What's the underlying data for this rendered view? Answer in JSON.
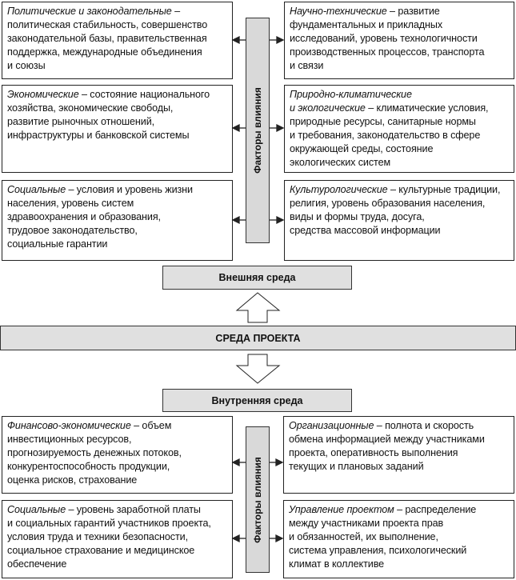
{
  "external": {
    "title": "Внешняя среда",
    "factors_label": "Факторы влияния",
    "boxes": [
      {
        "title": "Политические и законодательные",
        "text": " – \nполитическая стабильность, совершенство\nзаконодательной базы, правительственная\nподдержка, международные объединения\nи союзы"
      },
      {
        "title": "Научно-технические",
        "text": " – развитие\nфундаментальных и прикладных\nисследований, уровень технологичности\nпроизводственных процессов, транспорта\nи связи"
      },
      {
        "title": "Экономические",
        "text": " – состояние национального\nхозяйства, экономические свободы,\nразвитие рыночных отношений,\nинфраструктуры и банковской системы"
      },
      {
        "title": "Природно-климатические\nи экологические",
        "text": " – климатические условия,\nприродные ресурсы, санитарные нормы\nи требования, законодательство в сфере\nокружающей среды, состояние\nэкологических систем"
      },
      {
        "title": "Социальные",
        "text": " – условия и уровень жизни\nнаселения, уровень систем\nздравоохранения и образования,\nтрудовое законодательство,\nсоциальные гарантии"
      },
      {
        "title": "Культурологические",
        "text": " – культурные традиции,\nрелигия, уровень образования населения,\nвиды и формы труда, досуга,\nсредства массовой информации"
      }
    ]
  },
  "center": {
    "title": "СРЕДА ПРОЕКТА"
  },
  "internal": {
    "title": "Внутренняя среда",
    "factors_label": "Факторы влияния",
    "boxes": [
      {
        "title": "Финансово-экономические",
        "text": " – объем\nинвестиционных ресурсов,\nпрогнозируемость денежных потоков,\nконкурентоспособность продукции,\nоценка рисков, страхование"
      },
      {
        "title": "Организационные",
        "text": " – полнота и скорость\nобмена информацией между участниками\nпроекта, оперативность выполнения\nтекущих и плановых заданий"
      },
      {
        "title": "Социальные",
        "text": " – уровень заработной платы\nи социальных гарантий участников проекта,\nусловия труда и техники безопасности,\nсоциальное страхование и медицинское\nобеспечение"
      },
      {
        "title": "Управление проектом",
        "text": " – распределение\nмежду участниками проекта прав\nи обязанностей, их выполнение,\nсистема управления, психологический\nклимат в коллективе"
      }
    ]
  }
}
